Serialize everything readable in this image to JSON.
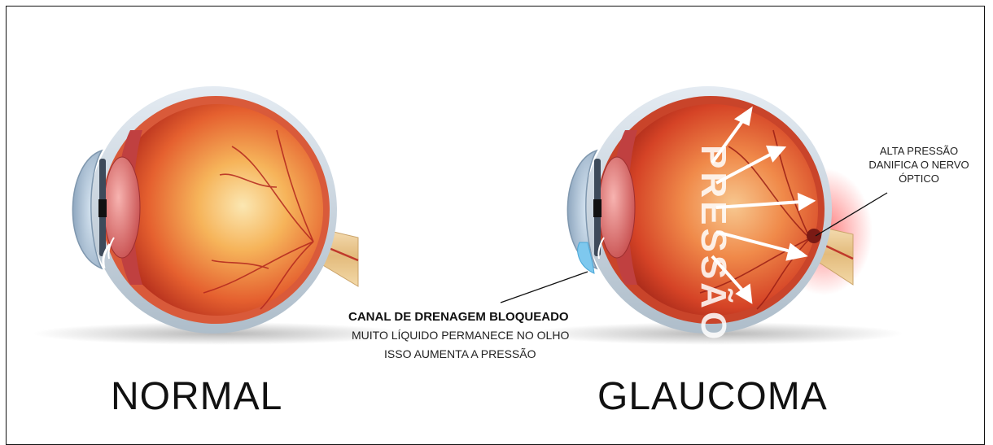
{
  "labels": {
    "normal": "NORMAL",
    "glaucoma": "GLAUCOMA",
    "pressure_word": "PRESSÃO"
  },
  "callouts": {
    "drainage_title": "CANAL DE DRENAGEM BLOQUEADO",
    "drainage_line1": "MUITO LÍQUIDO PERMANECE NO OLHO",
    "drainage_line2": "ISSO AUMENTA A PRESSÃO",
    "optic_nerve": "ALTA PRESSÃO DANIFICA O NERVO ÓPTICO"
  },
  "colors": {
    "sclera": "#c9d2db",
    "choroid": "#c0392b",
    "retina_center": "#fbe3a8",
    "blocked_drain": "#7ec8ee",
    "pressure_glow": "#ff5b5b"
  }
}
